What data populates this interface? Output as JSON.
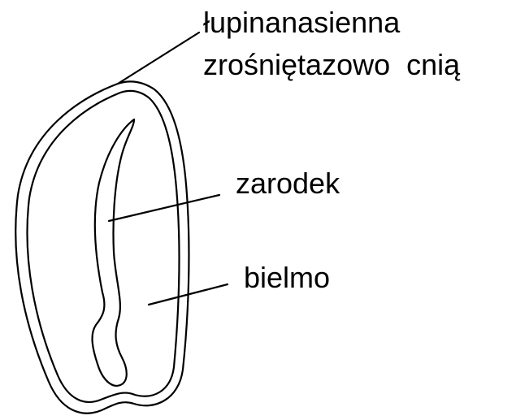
{
  "labels": {
    "seed_coat_line1": "łupinanasienna",
    "seed_coat_line2": "zrośniętazowo  cnią",
    "embryo": "zarodek",
    "endosperm": "bielmo"
  },
  "colors": {
    "stroke": "#000000",
    "background": "#ffffff"
  }
}
